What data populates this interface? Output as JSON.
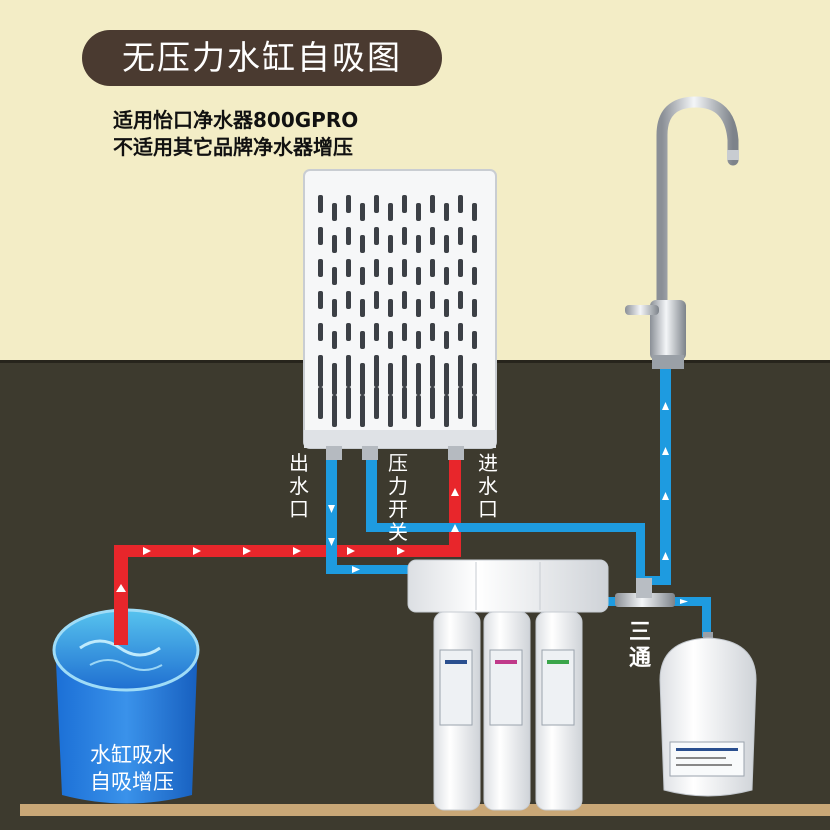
{
  "title": "无压力水缸自吸图",
  "subtitle_lines": [
    "适用怡口净水器800GPRO",
    "不适用其它品牌净水器增压"
  ],
  "port_labels": {
    "outlet": "出水口",
    "pressure_switch": "压力开关",
    "inlet": "进水口"
  },
  "tee_label": "三通",
  "tank_text": {
    "line1": "水缸吸水",
    "line2": "自吸增压"
  },
  "colors": {
    "red_pipe": "#e8262b",
    "blue_pipe": "#1e9be0",
    "title_bg": "#4a3a30",
    "floor": "#3d3a2e",
    "wall": "#f3edc6"
  },
  "icons": [
    "faucet-icon",
    "booster-pump-icon",
    "filter-cartridge-icon",
    "pressure-tank-icon",
    "water-barrel-icon",
    "flow-arrow-icon"
  ]
}
